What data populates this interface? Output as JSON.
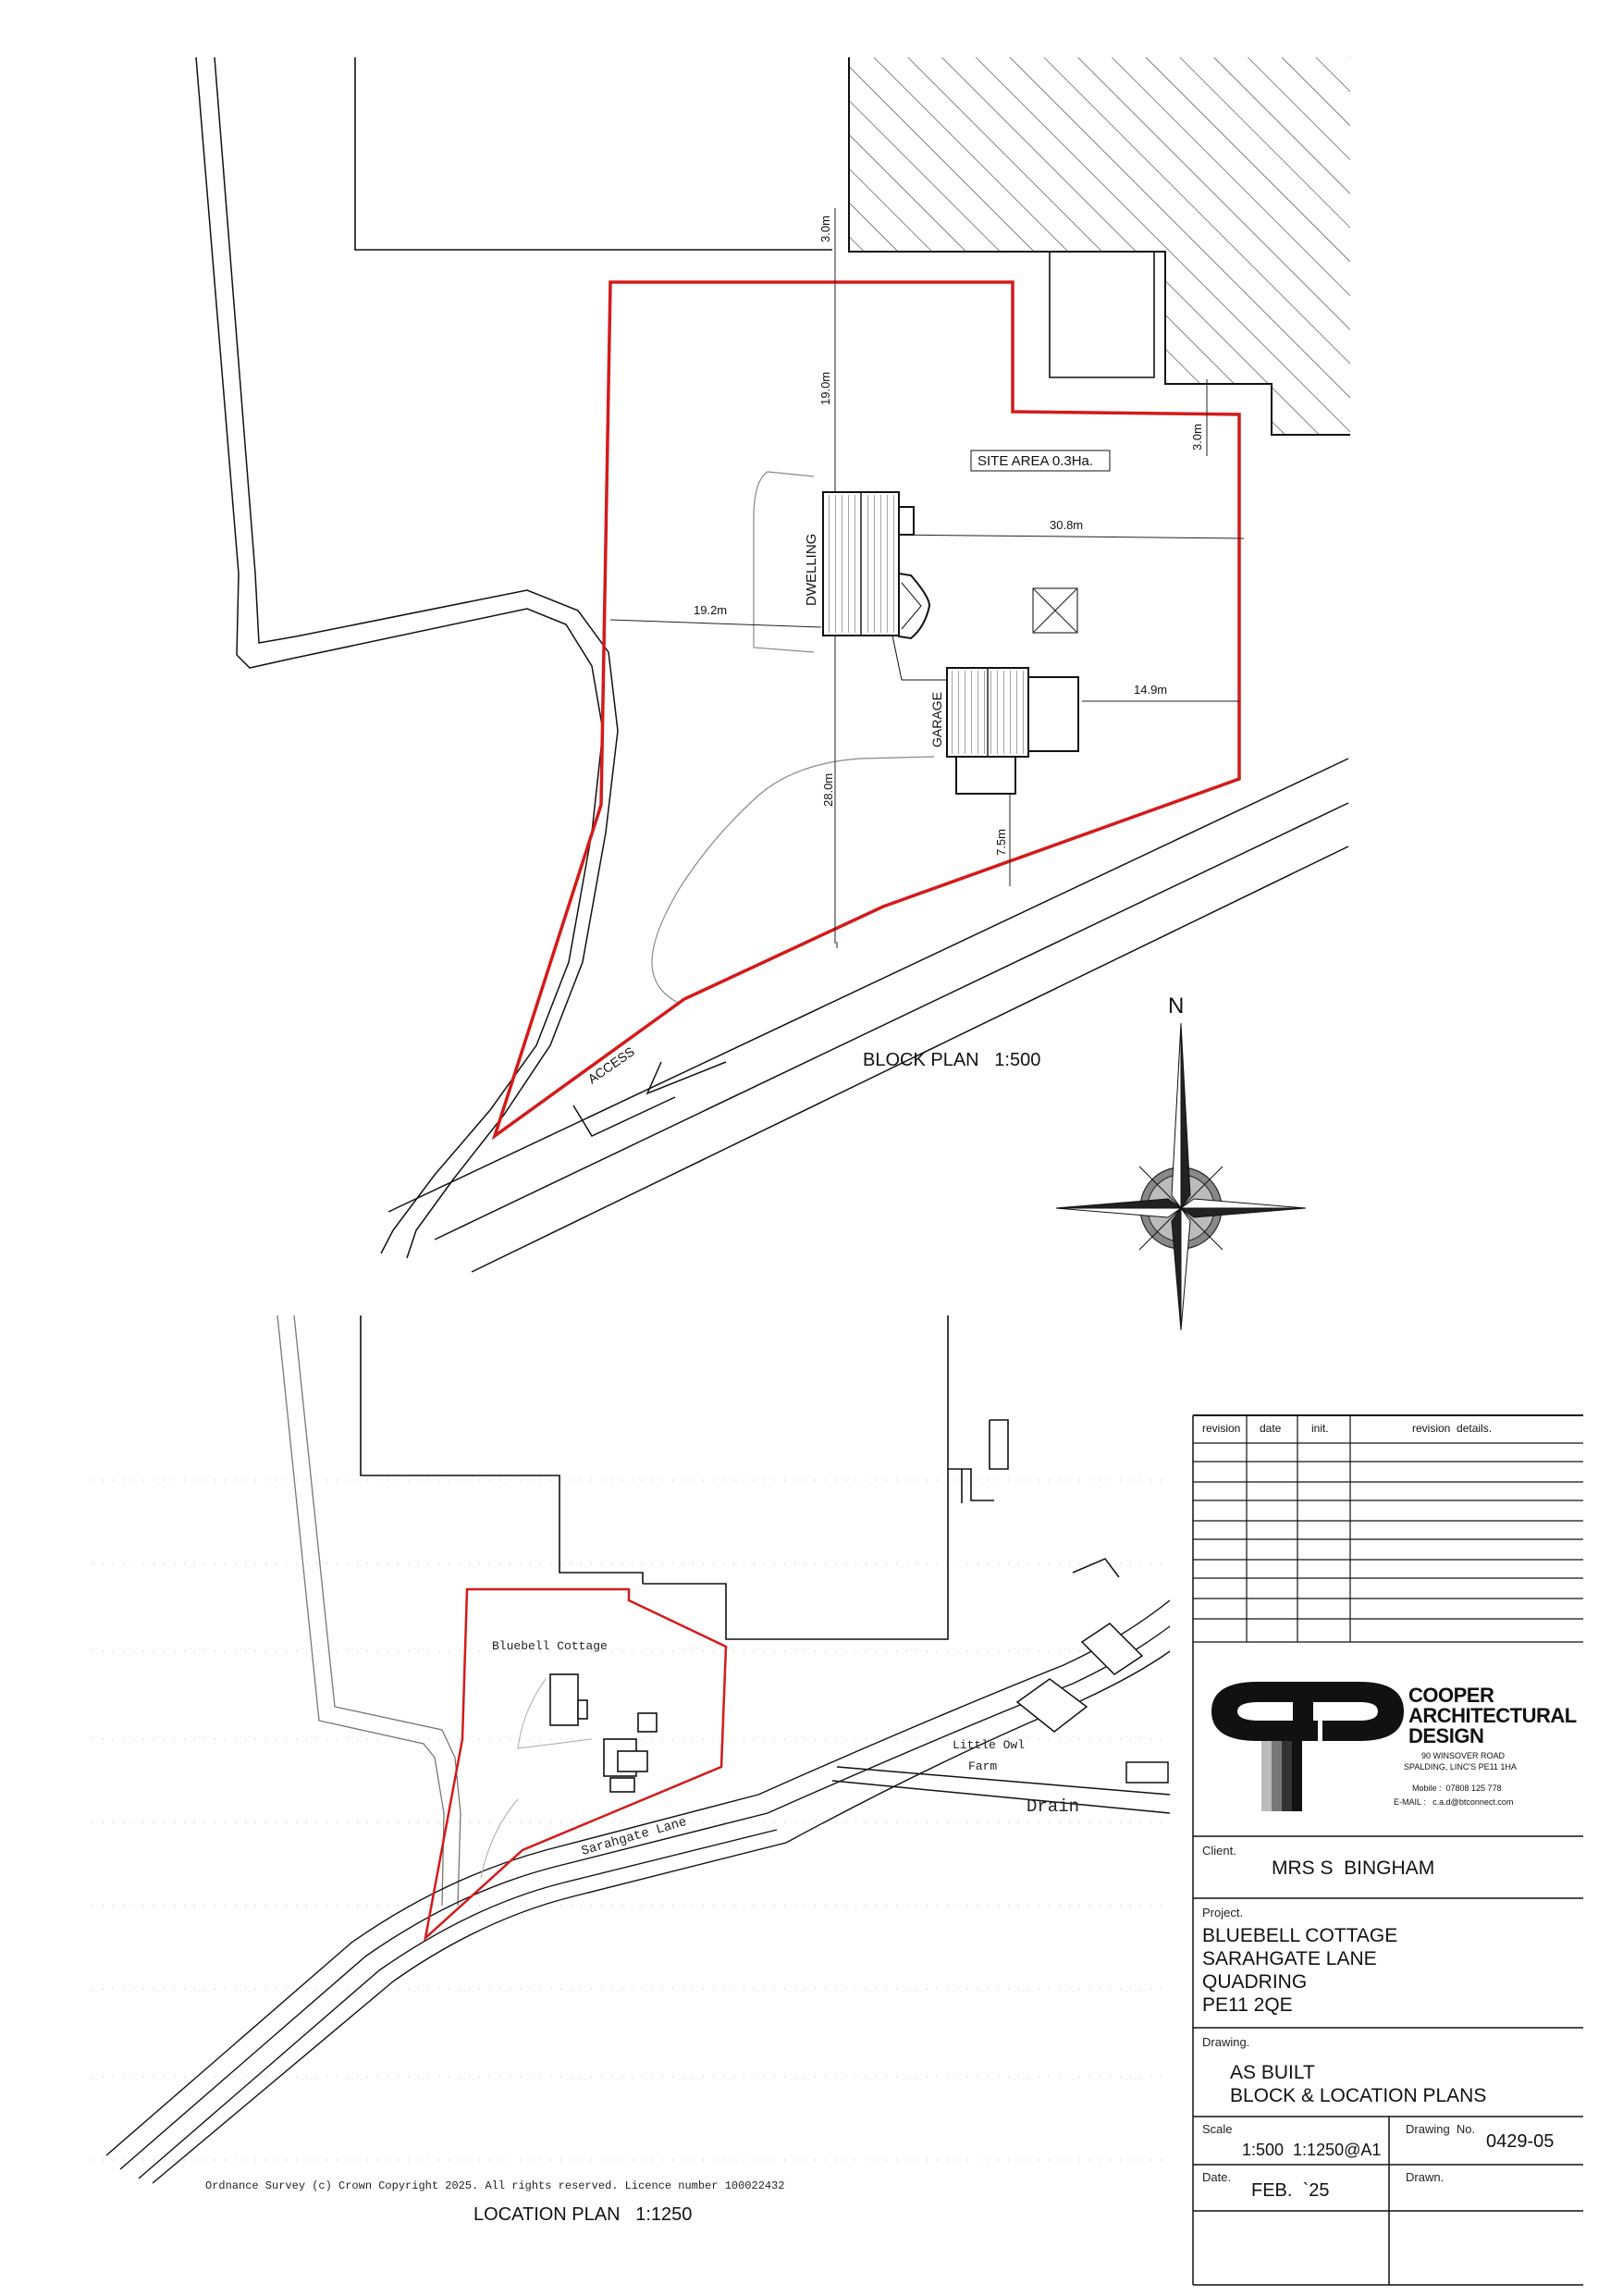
{
  "block_plan": {
    "title": "BLOCK PLAN   1:500",
    "site_area": "SITE AREA  0.3Ha.",
    "labels": {
      "dwelling": "DWELLING",
      "garage": "GARAGE",
      "access": "ACCESS"
    },
    "dimensions": {
      "d_3m_top": "3.0m",
      "d_19m": "19.0m",
      "d_3m_right": "3.0m",
      "d_30_8m": "30.8m",
      "d_19_2m": "19.2m",
      "d_14_9m": "14.9m",
      "d_28m": "28.0m",
      "d_7_5m": "7.5m"
    }
  },
  "north_arrow": {
    "label": "N"
  },
  "location_plan": {
    "title": "LOCATION PLAN   1:1250",
    "copyright": "Ordnance Survey (c) Crown Copyright 2025. All rights reserved. Licence number 100022432",
    "labels": {
      "bluebell": "Bluebell Cottage",
      "lane": "Sarahgate Lane",
      "little_owl": "Little Owl",
      "farm": "Farm",
      "drain": "Drain"
    }
  },
  "title_block": {
    "revision_headers": [
      "revision",
      "date",
      "init.",
      "revision  details."
    ],
    "company": {
      "name_line1": "COOPER",
      "name_line2": "ARCHITECTURAL",
      "name_line3": "DESIGN",
      "address_line1": "90 WINSOVER ROAD",
      "address_line2": "SPALDING, LINC'S PE11 1HA",
      "mobile": "Mobile :  07808 125 778",
      "email": "E-MAIL :   c.a.d@btconnect.com"
    },
    "client_label": "Client.",
    "client": "MRS S  BINGHAM",
    "project_label": "Project.",
    "project_lines": [
      "BLUEBELL COTTAGE",
      "SARAHGATE LANE",
      "QUADRING",
      "PE11 2QE"
    ],
    "drawing_label": "Drawing.",
    "drawing_lines": [
      "AS BUILT",
      "BLOCK & LOCATION PLANS"
    ],
    "scale_label": "Scale",
    "scale": "1:500  1:1250@A1",
    "drawing_no_label": "Drawing  No.",
    "drawing_no": "0429-05",
    "date_label": "Date.",
    "date": "FEB.  `25",
    "drawn_label": "Drawn."
  },
  "colors": {
    "boundary": "#d41a1a",
    "linework": "#111111",
    "light_line": "#888888"
  }
}
